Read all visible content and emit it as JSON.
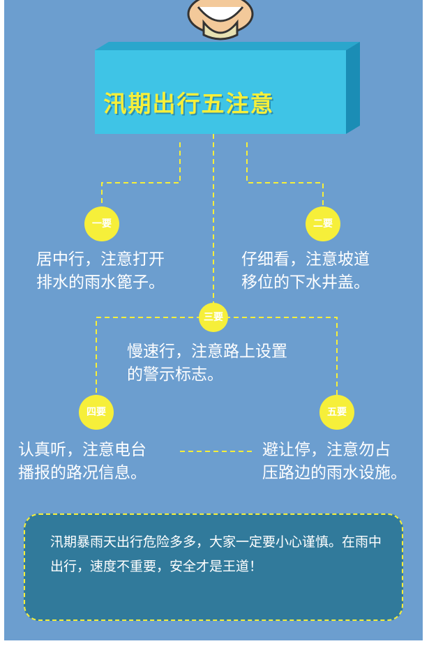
{
  "title": "汛期出行五注意",
  "tips": [
    {
      "badge": "一要",
      "lines": [
        "居中行，注意打开",
        "排水的雨水篦子。"
      ]
    },
    {
      "badge": "二要",
      "lines": [
        "仔细看，注意坡道",
        "移位的下水井盖。"
      ]
    },
    {
      "badge": "三要",
      "lines": [
        "慢速行，注意路上设置",
        "的警示标志。"
      ]
    },
    {
      "badge": "四要",
      "lines": [
        "认真听，注意电台",
        "播报的路况信息。"
      ]
    },
    {
      "badge": "五要",
      "lines": [
        "避让停，注意勿占",
        "压路边的雨水设施。"
      ]
    }
  ],
  "note": "汛期暴雨天出行危险多多，大家一定要小心谨慎。在雨中出行，速度不重要，安全才是王道！",
  "colors": {
    "background": "#6c9ecf",
    "box_front": "#3fc4e6",
    "accent_yellow": "#f6ef3a",
    "note_bg": "#317a9b"
  }
}
